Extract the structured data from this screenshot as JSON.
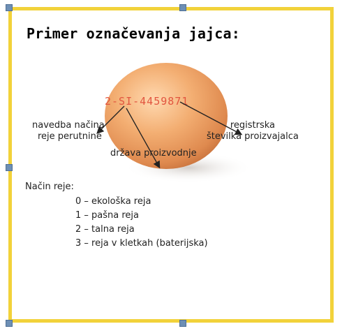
{
  "title": "Primer označevanja jajca:",
  "egg_code": "2-SI-4459871",
  "labels": {
    "nacin_line1": "navedba načina",
    "nacin_line2": "reje perutnine",
    "drzava": "država proizvodnje",
    "registrska_line1": "registrska",
    "registrska_line2": "številka proizvajalca"
  },
  "legend": {
    "heading": "Način reje:",
    "items": [
      "0 – ekološka reja",
      "1 – pašna reja",
      "2 – talna reja",
      "3 – reja v kletkah (baterijska)"
    ]
  },
  "colors": {
    "frame": "#f2d23a",
    "handle": "#6d8fb5",
    "egg": "#f0a86a",
    "code": "#e2553f"
  }
}
